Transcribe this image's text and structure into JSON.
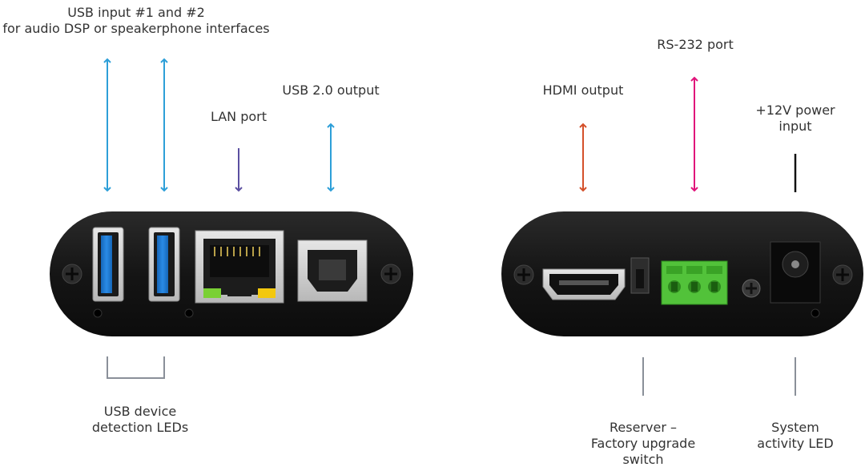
{
  "labels": {
    "usb_inputs": [
      "USB input #1 and #2",
      "for audio DSP or speakerphone interfaces"
    ],
    "lan_port": [
      "LAN port"
    ],
    "usb20_output": [
      "USB 2.0 output"
    ],
    "usb_leds": [
      "USB device",
      "detection LEDs"
    ],
    "hdmi_output": [
      "HDMI output"
    ],
    "rs232_port": [
      "RS-232 port"
    ],
    "power_input": [
      "+12V power",
      "input"
    ],
    "reserver_switch": [
      "Reserver –",
      "Factory upgrade",
      "switch"
    ],
    "system_led": [
      "System",
      "activity LED"
    ]
  },
  "colors": {
    "usb_arrow": "#2d9fd8",
    "lan_arrow": "#5b4fa0",
    "hdmi_arrow": "#d4502a",
    "rs232_arrow": "#e0147a",
    "power_line": "#111111",
    "gray_line": "#8a9099",
    "device_body": "#151515",
    "usb_blue": "#1f78d1",
    "terminal_green": "#52c23a",
    "led_green": "#7ad035",
    "led_yellow": "#f2c80f"
  }
}
